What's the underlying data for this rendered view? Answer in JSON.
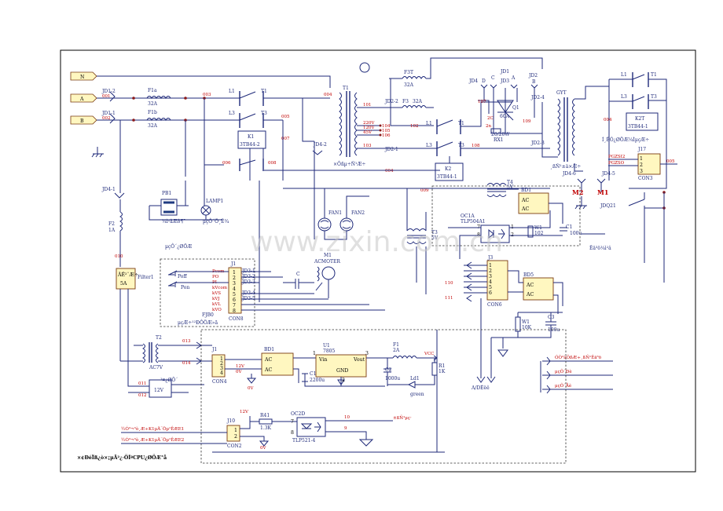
{
  "terminals": {
    "n": "N",
    "a": "A",
    "b": "B"
  },
  "nets": {
    "n001": "001",
    "n002": "002",
    "n003": "003",
    "n004": "004",
    "n004b": "004",
    "n004c": "004",
    "n005": "005",
    "n005b": "005",
    "n006": "006",
    "n007": "007",
    "n008": "008",
    "n009": "009",
    "n010": "010",
    "n011": "011",
    "n012": "012",
    "n013": "013",
    "n014": "014",
    "n101": "101",
    "n102": "102",
    "n103": "103",
    "n104": "104",
    "n105": "105",
    "n106": "106",
    "n107": "107",
    "n108": "108",
    "n109": "109",
    "n110": "110",
    "n111": "111",
    "n10": "10",
    "n9": "9"
  },
  "components": {
    "jd1_2": "JD1-2",
    "jd1_1": "JD1-1",
    "f1a": "F1a",
    "f1b": "F1b",
    "f1a_val": "32A",
    "f1b_val": "32A",
    "l1": "L1",
    "t1": "T1",
    "l3": "L3",
    "t3": "T3",
    "k1": "K1",
    "k1_part": "3TB44-2",
    "t1x": "T1",
    "v220": "220V",
    "v120": "120V",
    "v45": "45V",
    "jd2_2": "JD2-2",
    "jd2_1": "JD2-1",
    "jd4_2": "JD4-2",
    "f3t": "F3T",
    "f3t_val": "32A",
    "f3": "F3",
    "f3_val": "32A",
    "l1b": "L1",
    "t1b": "T1",
    "l3b": "L3",
    "t3b": "T3",
    "k2": "K2",
    "k2_part": "3TB44-1",
    "jd4": "JD4",
    "jd1": "JD1",
    "jd3": "JD3",
    "jd2": "JD2",
    "d": "D",
    "c": "C",
    "a": "A",
    "b": "B",
    "q1": "Q1",
    "q1_val": "60A",
    "c2c": "2C",
    "c2n": "2n",
    "rx1": "RX1",
    "rx1_val": "20/20W",
    "jd2_4": "JD2-4",
    "jd2_3": "JD2-3",
    "gyt": "GYT",
    "l1c": "L1",
    "t1c": "T1",
    "l3c": "L3",
    "t3c": "T3",
    "k2t": "K2T",
    "k2t_part": "3TB44-1",
    "jd4_6": "JD4-6",
    "jd4_5": "JD4-5",
    "m2": "M2",
    "m1": "M1",
    "j17": "J17",
    "pgzsi2": "PGZSI2",
    "pgzso": "PGZSO",
    "con3": "CON3",
    "jdq21": "JDQ21",
    "t4": "T4",
    "t4_val": "5V",
    "bd1": "BD1",
    "ac1": "AC",
    "ac2": "AC",
    "oc1a": "OC1A",
    "oc1a_part": "TLP504A1",
    "w1a": "W1",
    "w1a_val": "102",
    "c1a": "C1",
    "c1a_val": "100u",
    "t3x": "T3",
    "t3x_val": "5V",
    "j3": "J3",
    "con6": "CON6",
    "bd5": "BD5",
    "ac3": "AC",
    "ac4": "AC",
    "w1b": "W1",
    "w1b_val": "10K",
    "c3": "C3",
    "c3_val": "100u",
    "jd4_1": "JD4-1",
    "f2": "F2",
    "f2_val": "1A",
    "pb1": "PB1",
    "lamp1": "LAMP1",
    "fan1": "FAN1",
    "fan2": "FAN2",
    "m1motor": "M1",
    "acmoter": "ACMOTER",
    "c_cap": "C",
    "j1top": "J1",
    "con8": "CON8",
    "fjb0": "FJB0",
    "poff": "Poff",
    "pon": "Pon",
    "pins": [
      "Pcom",
      "PO",
      "PI",
      "kVcom",
      "kVS",
      "kVJ",
      "kVL",
      "kVO"
    ],
    "jd3_pins": [
      "JD3-1",
      "JD3-2",
      "JD3-3",
      "JD3-4",
      "JD3-5"
    ],
    "filter": "Filter1",
    "filter_val": "5A",
    "t2": "T2",
    "t2_val": "AC7V",
    "j1b": "J1",
    "con4": "CON4",
    "v12a": "12V",
    "v0a": "0V",
    "bd1b": "BD1",
    "acb1": "AC",
    "acb2": "AC",
    "u1": "U1",
    "u1_part": "7805",
    "vin": "Vin",
    "vout": "Vout",
    "gnd": "GND",
    "c1b": "C1",
    "c1b_val": "2200u",
    "c2b": "C2",
    "c2b_val": "1000u",
    "f1": "F1",
    "f1_val": "2A",
    "vcc": "VCC",
    "r1": "R1",
    "r1_val": "1K",
    "ld1": "Ld1",
    "green": "green",
    "v12box": "12V",
    "j10": "J10",
    "con2": "CON2",
    "v12c": "12V",
    "v0c": "0V",
    "r41": "R41",
    "r41_val": "1.3K",
    "oc2d": "OC2D",
    "oc2d_part": "TLP521-4",
    "pin8": "8",
    "pin7": "7"
  }
}
